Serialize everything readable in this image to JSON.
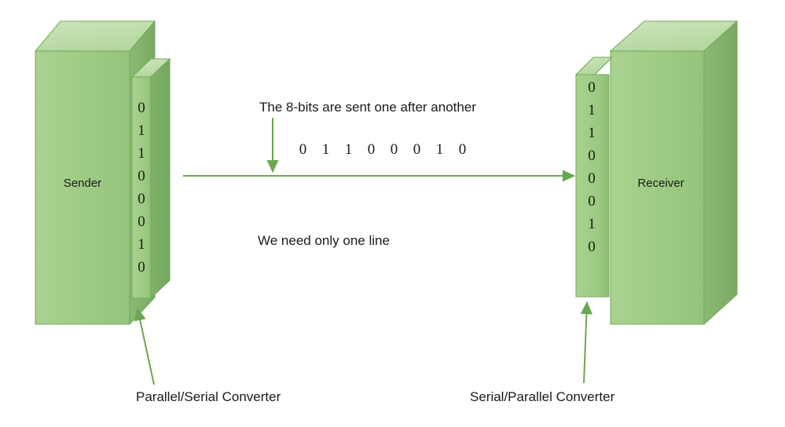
{
  "diagram": {
    "title_semantic": "serial-transmission-diagram",
    "sender": {
      "label": "Sender",
      "converter_caption": "Parallel/Serial Converter",
      "bits": [
        "0",
        "1",
        "1",
        "0",
        "0",
        "0",
        "1",
        "0"
      ]
    },
    "receiver": {
      "label": "Receiver",
      "converter_caption": "Serial/Parallel Converter",
      "bits": [
        "0",
        "1",
        "1",
        "0",
        "0",
        "0",
        "1",
        "0"
      ]
    },
    "annotations": {
      "top_note": "The 8-bits are sent one after another",
      "bottom_note": "We need only one line"
    },
    "transmitted_bits": [
      "0",
      "1",
      "1",
      "0",
      "0",
      "0",
      "1",
      "0"
    ],
    "colors": {
      "box_face": "#9ecb84",
      "box_face_light": "#b6d9a0",
      "box_top": "#c3e0b0",
      "box_side_dark": "#86b46e",
      "box_stroke": "#70a85a",
      "arrow_green": "#6aa84f",
      "text": "#1a1a1a",
      "background": "#ffffff"
    }
  }
}
